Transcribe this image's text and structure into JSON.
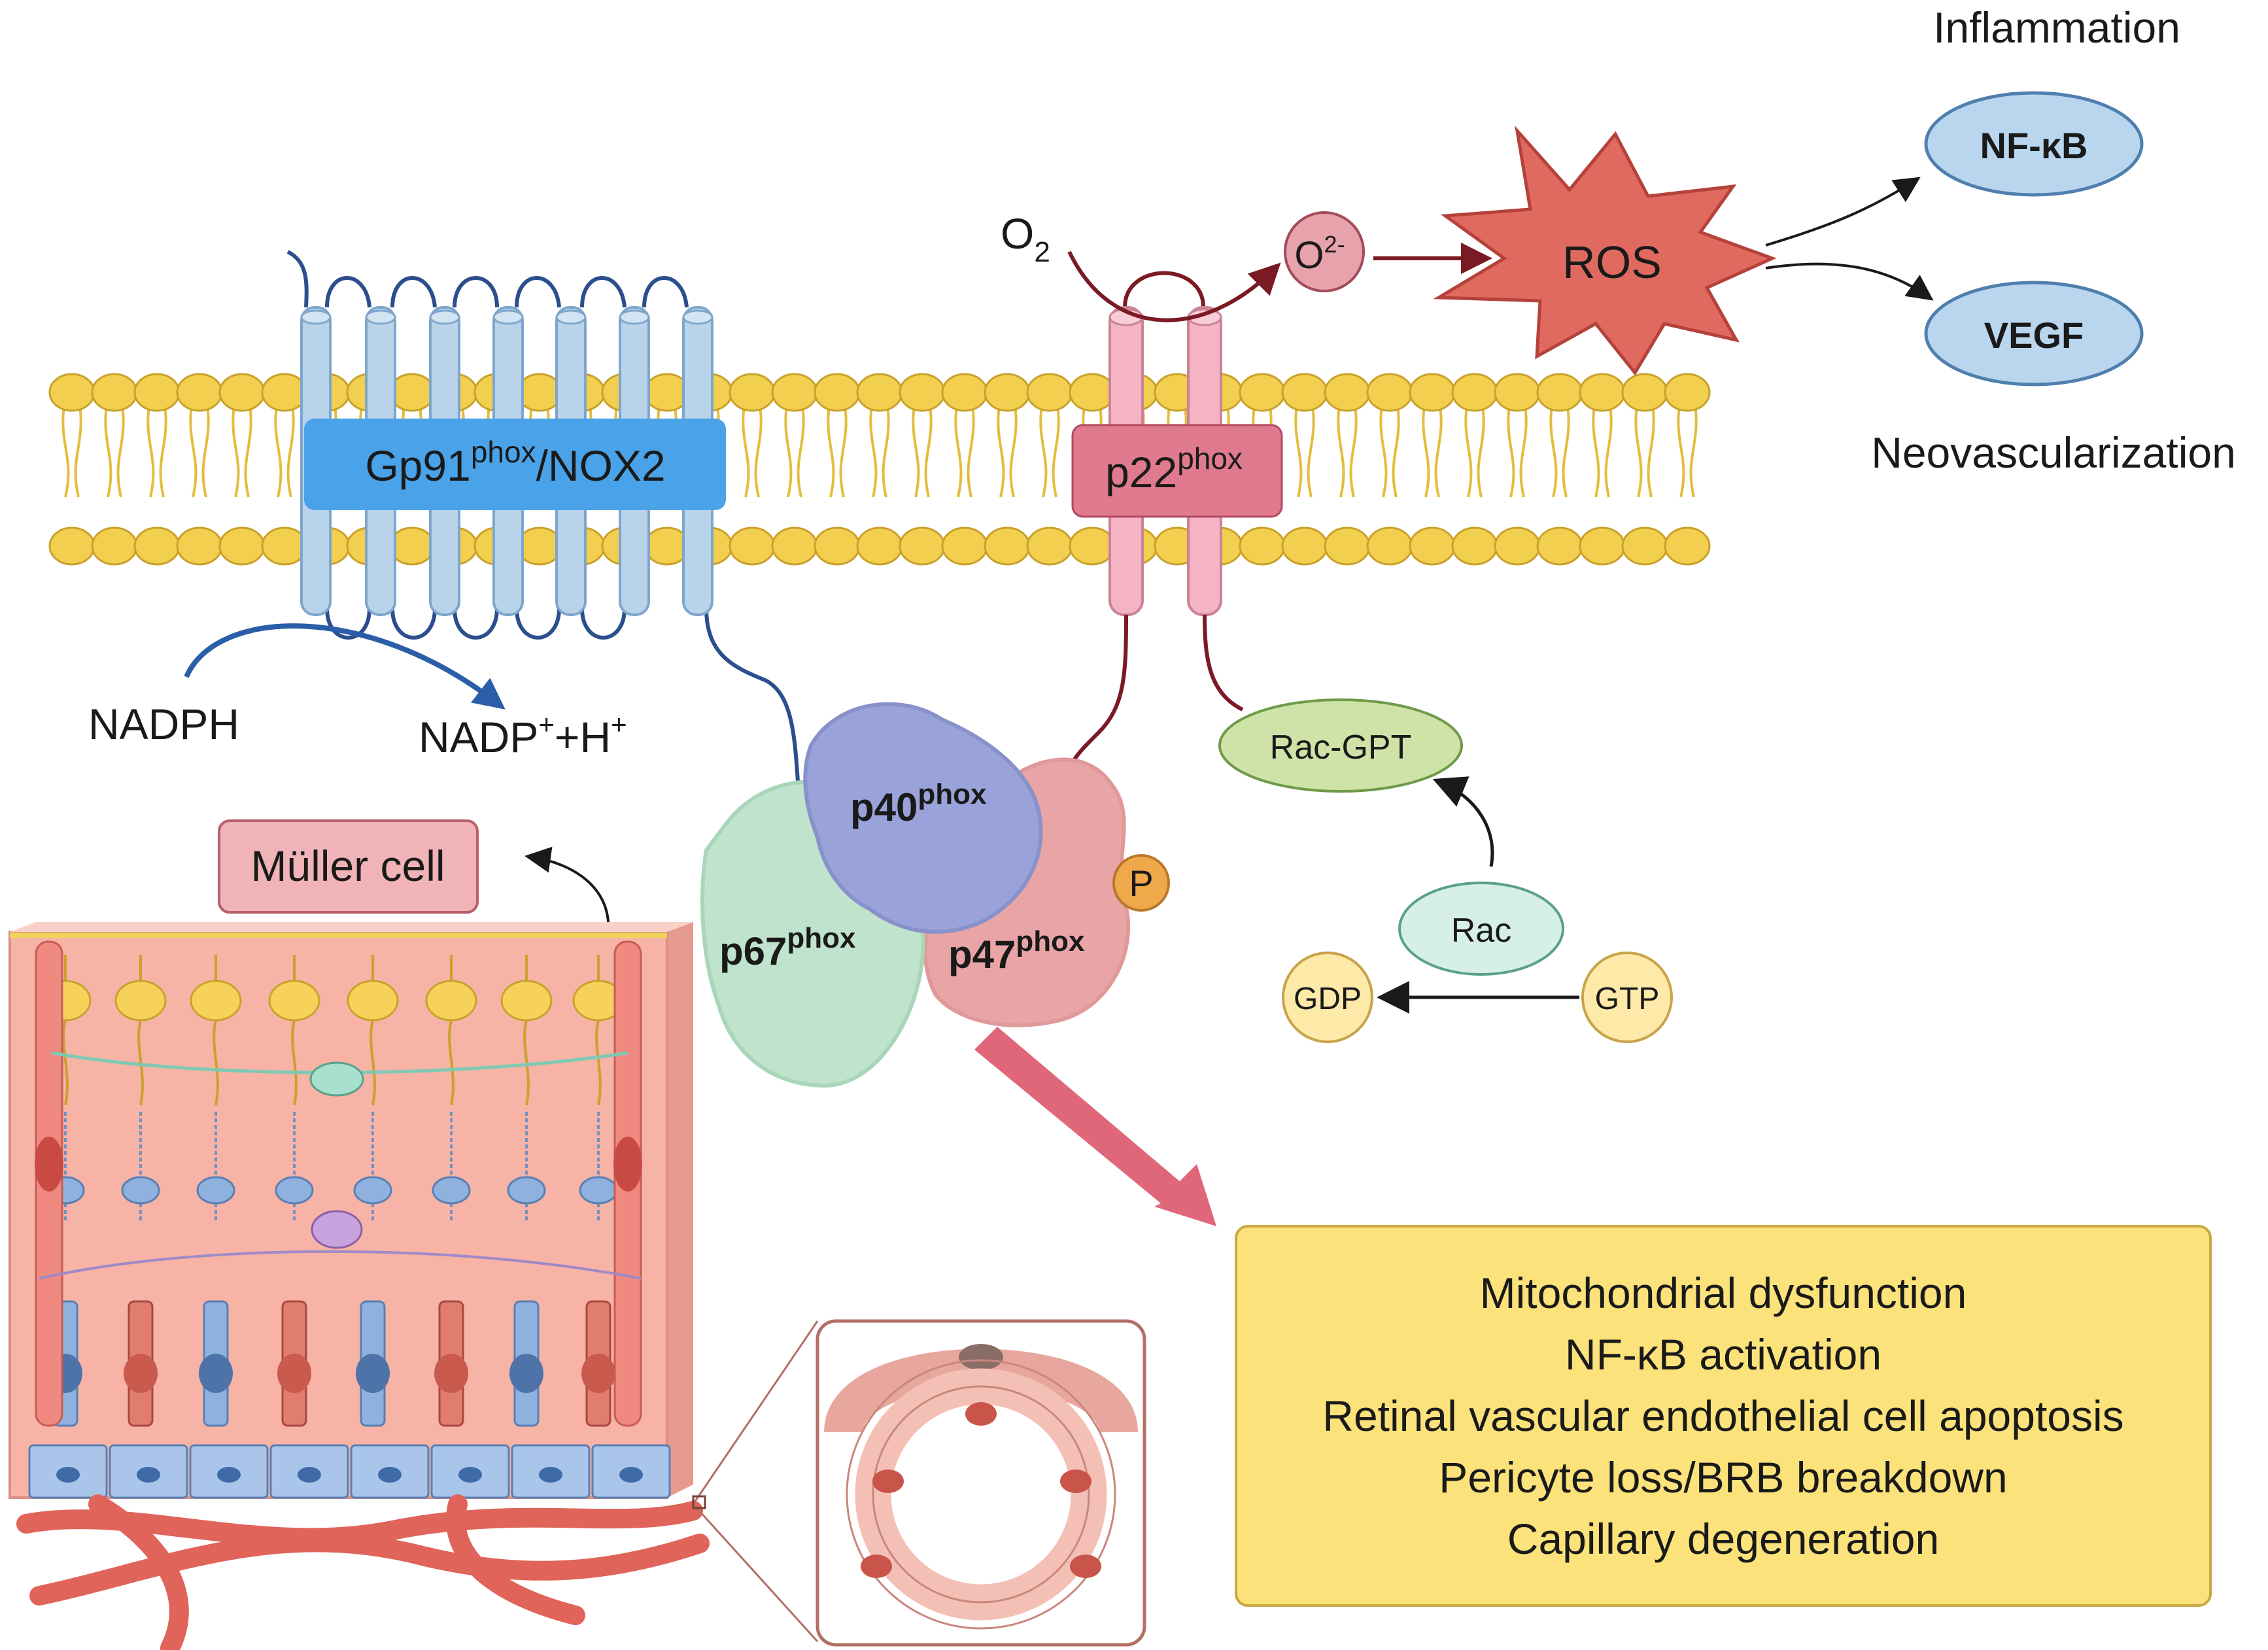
{
  "labels": {
    "gp91_base": "Gp91",
    "gp91_sup": "phox",
    "gp91_tail": "/NOX2",
    "p22_base": "p22",
    "p22_sup": "phox",
    "o2_base": "O",
    "o2_sub": "2",
    "superoxide_base": "O",
    "superoxide_sup": "2-",
    "ros": "ROS",
    "nfkb": "NF-κB",
    "vegf": "VEGF",
    "inflammation": "Inflammation",
    "neovascularization": "Neovascularization",
    "nadph": "NADPH",
    "nadp_a": "NADP",
    "nadp_sup1": "+",
    "nadp_b": "+H",
    "nadp_sup2": "+",
    "p40_base": "p40",
    "p40_sup": "phox",
    "p67_base": "p67",
    "p67_sup": "phox",
    "p47_base": "p47",
    "p47_sup": "phox",
    "phosphate": "P",
    "rac_gpt": "Rac-GPT",
    "rac": "Rac",
    "gdp": "GDP",
    "gtp": "GTP",
    "muller": "Müller cell"
  },
  "outcomes": [
    "Mitochondrial dysfunction",
    "NF-κB activation",
    "Retinal vascular endothelial cell apoptosis",
    "Pericyte loss/BRB breakdown",
    "Capillary degeneration"
  ],
  "colors": {
    "membrane_head": "#f2cf4e",
    "nox2": "#b9d3ea",
    "nox2_label": "#4aa3e8",
    "p22": "#f4b4c4",
    "p22_label": "#e07a8e",
    "ros": "#e06a60",
    "nfkb_vegf": "#b9d6ee",
    "outcome_box": "#fbe27a",
    "muller_label": "#f0b4b8",
    "rac_gpt": "#cfe3a8",
    "rac": "#d7f0e6",
    "gdp_gtp": "#fde9a8",
    "arrow_red": "#e0677a"
  }
}
